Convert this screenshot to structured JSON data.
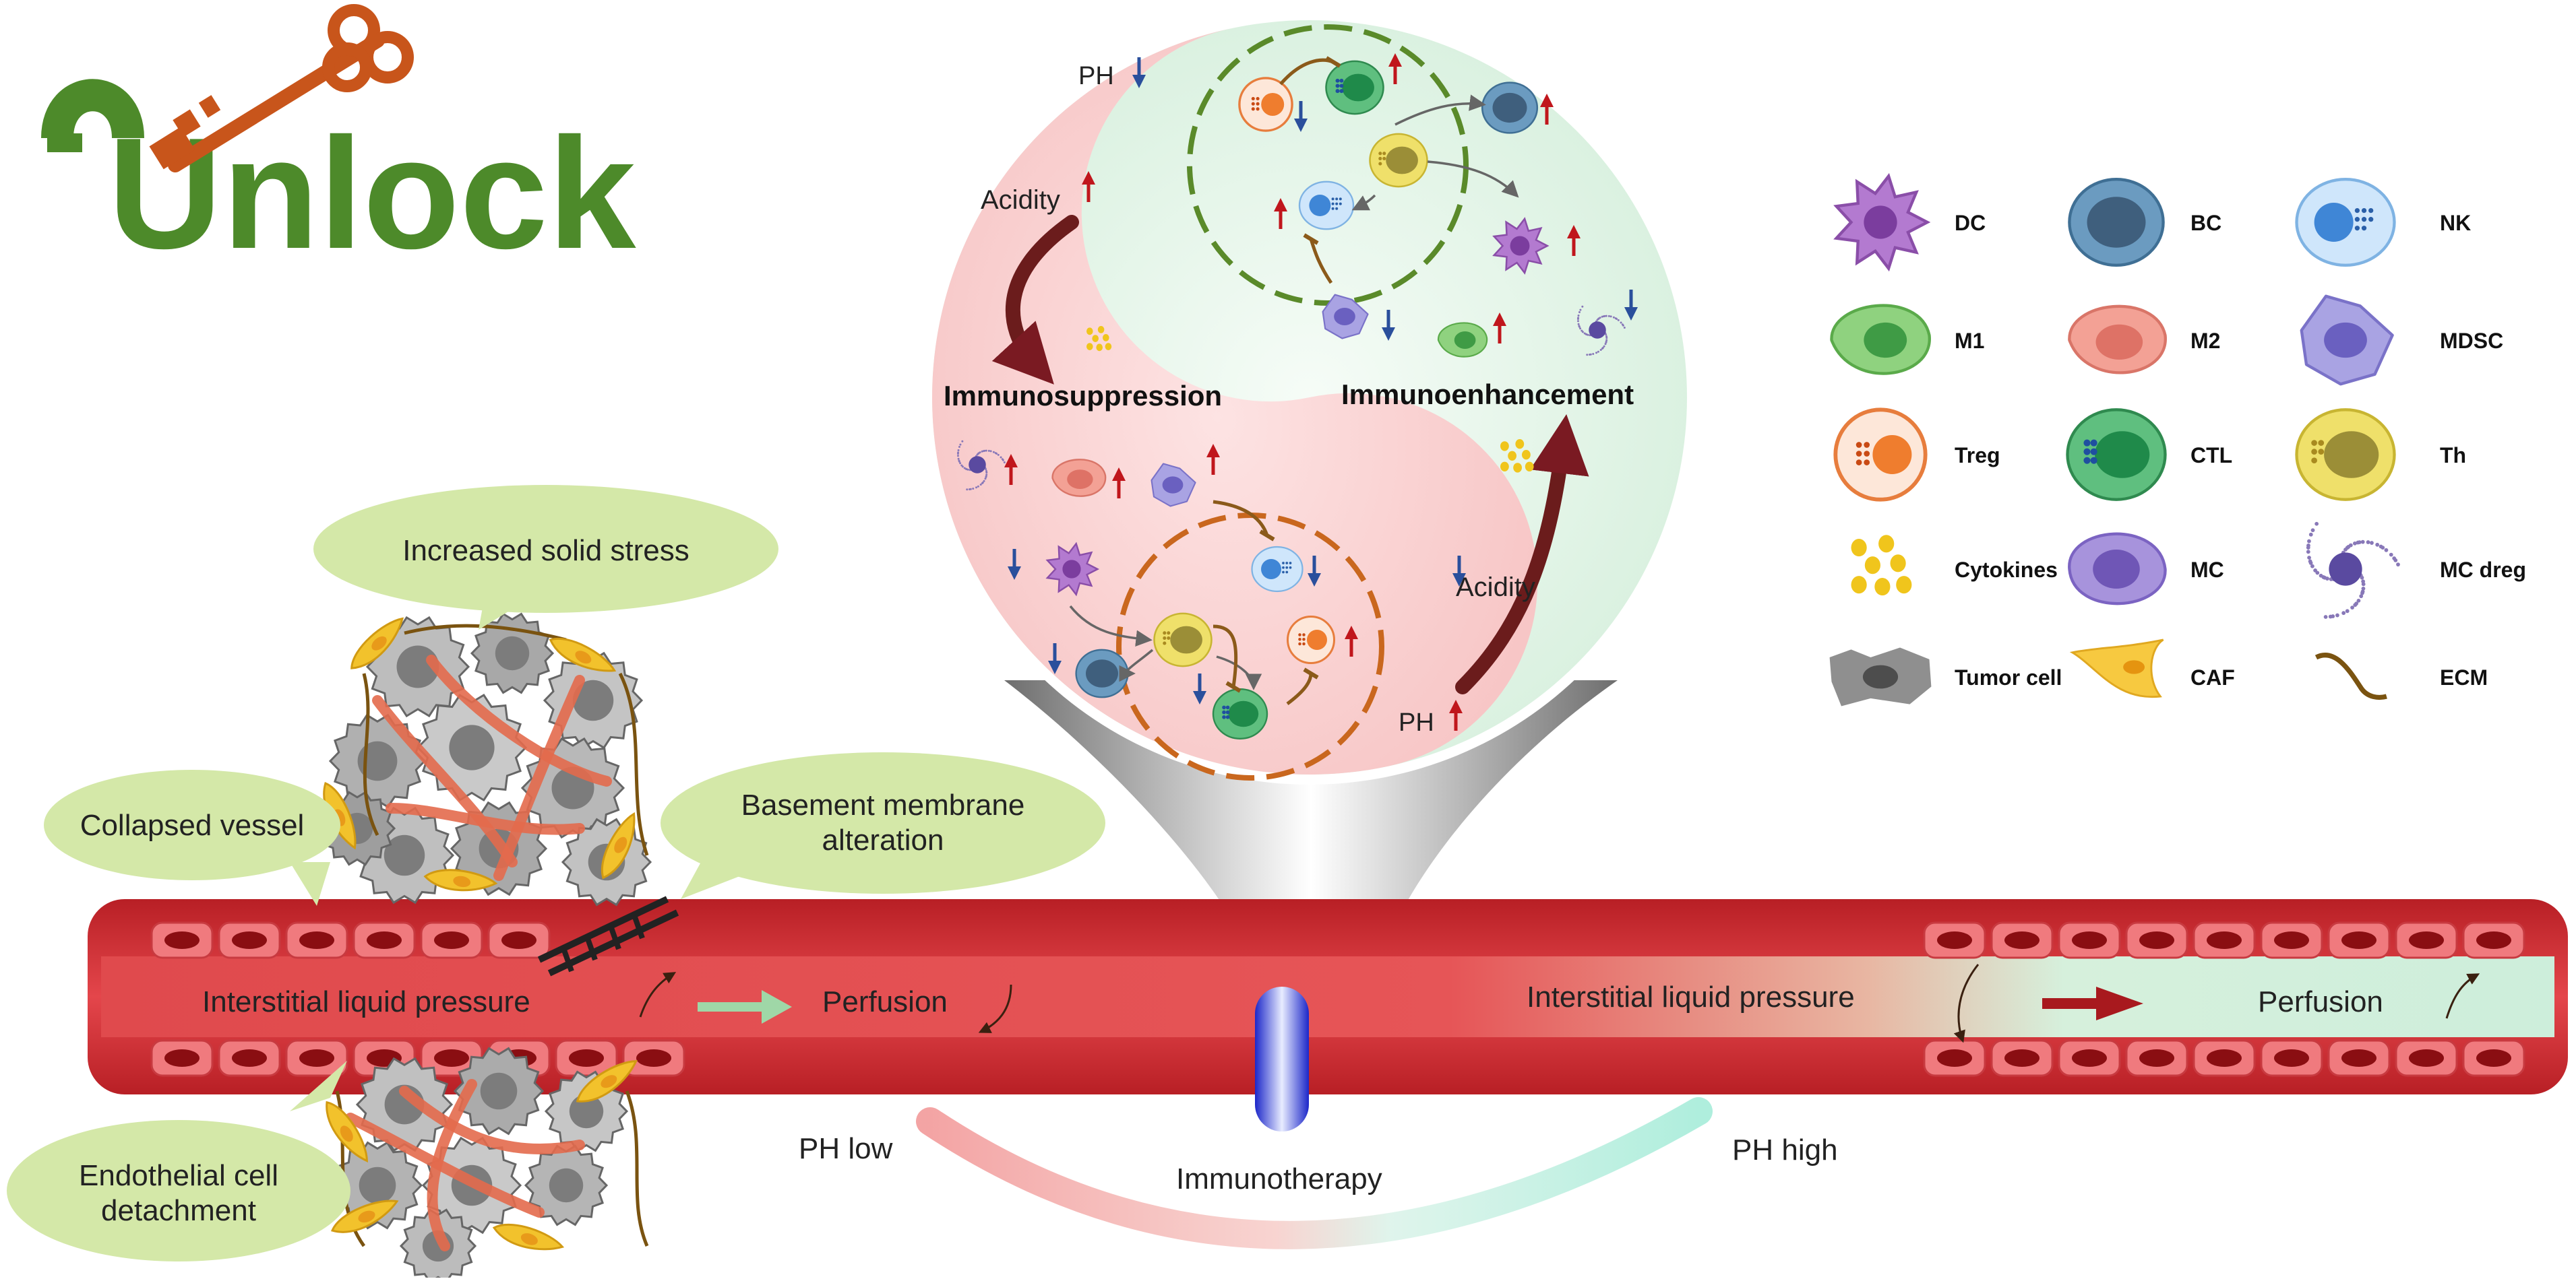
{
  "logo": {
    "text": "Unlock"
  },
  "callouts": {
    "solid_stress": "Increased solid stress",
    "collapsed_vessel": "Collapsed vessel",
    "basement_line1": "Basement membrane",
    "basement_line2": "alteration",
    "endothelial_line1": "Endothelial cell",
    "endothelial_line2": "detachment"
  },
  "vessel": {
    "left_ilp": "Interstitial liquid pressure",
    "left_perfusion": "Perfusion",
    "right_ilp": "Interstitial liquid pressure",
    "right_perfusion": "Perfusion",
    "ph_low": "PH low",
    "ph_high": "PH high",
    "immunotherapy": "Immunotherapy"
  },
  "yinyang": {
    "left_title": "Immunosuppression",
    "right_title": "Immunoenhancement",
    "left_ph": "PH",
    "left_acidity": "Acidity",
    "right_acidity": "Acidity",
    "right_ph": "PH"
  },
  "legend": [
    {
      "label": "DC",
      "icon": "dendritic-cell",
      "color": "#9a5bb8"
    },
    {
      "label": "BC",
      "icon": "b-cell",
      "color": "#4f7fa3"
    },
    {
      "label": "NK",
      "icon": "nk-cell",
      "color": "#4f98df"
    },
    {
      "label": "M1",
      "icon": "m1-macrophage",
      "color": "#6cc35f"
    },
    {
      "label": "M2",
      "icon": "m2-macrophage",
      "color": "#e9857a"
    },
    {
      "label": "MDSC",
      "icon": "mdsc",
      "color": "#8a84d6"
    },
    {
      "label": "Treg",
      "icon": "treg-cell",
      "color": "#f0a06e"
    },
    {
      "label": "CTL",
      "icon": "ctl-cell",
      "color": "#3fae6d"
    },
    {
      "label": "Th",
      "icon": "th-cell",
      "color": "#d9c94a"
    },
    {
      "label": "Cytokines",
      "icon": "cytokines",
      "color": "#e8c21a"
    },
    {
      "label": "MC",
      "icon": "mast-cell",
      "color": "#8c6cc9"
    },
    {
      "label": "MC dreg",
      "icon": "mast-cell-degranulated",
      "color": "#6c5fa8"
    },
    {
      "label": "Tumor cell",
      "icon": "tumor-cell",
      "color": "#8c8c8c"
    },
    {
      "label": "CAF",
      "icon": "caf",
      "color": "#f2c22c"
    },
    {
      "label": "ECM",
      "icon": "ecm-fiber",
      "color": "#8b5a1a"
    }
  ],
  "colors": {
    "logo_green": "#4d8a2a",
    "key_orange": "#c8551b",
    "vessel_red": "#d94a4c",
    "callout_green": "#d4e8a8",
    "up_arrow": "#c0161c",
    "down_arrow": "#2a4f9c"
  }
}
